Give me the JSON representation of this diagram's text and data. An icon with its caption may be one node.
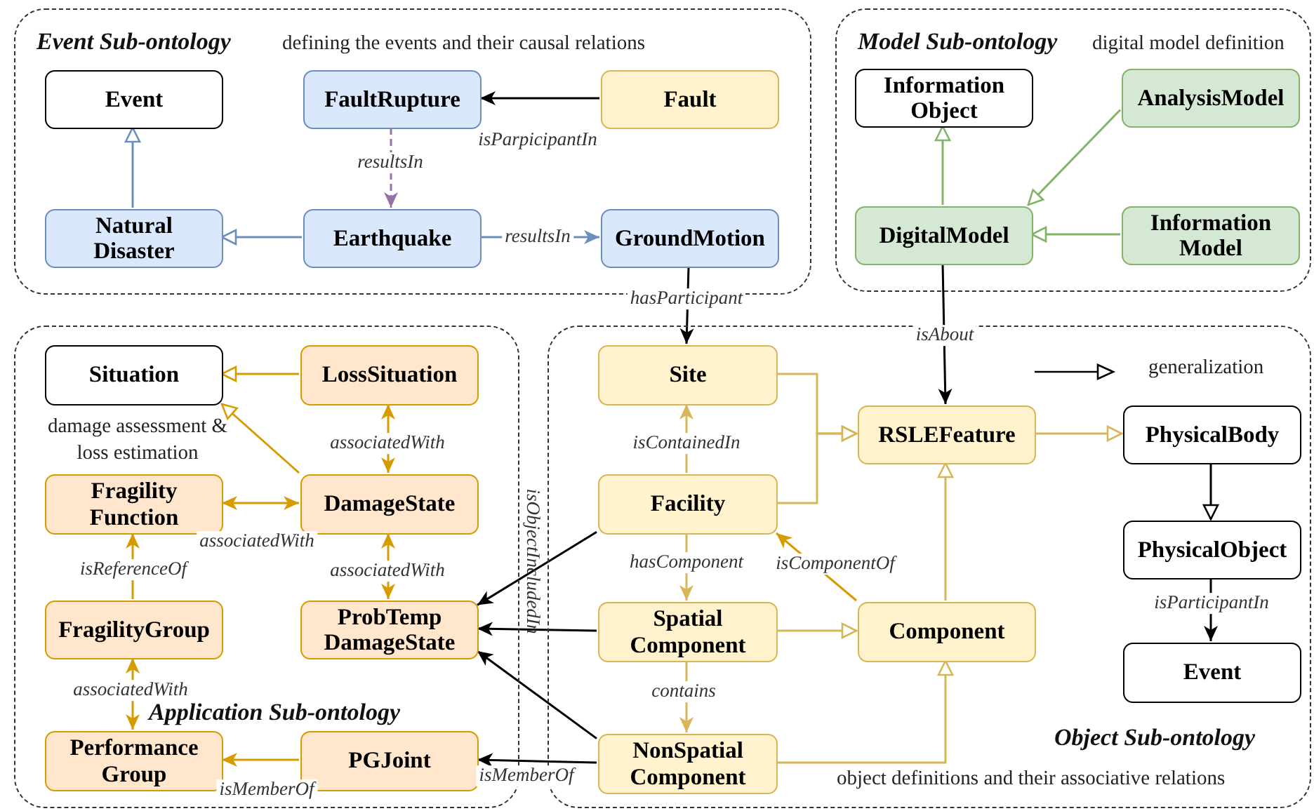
{
  "diagram": {
    "nodes": [
      {
        "text": [
          "Event Sub-ontology",
          "defining the events and their causal relations"
        ]
      },
      {
        "text": [
          "Event"
        ],
        "in": 0
      },
      {
        "text": [
          "FaultRupture"
        ],
        "in": 0
      },
      {
        "text": [
          "Fault"
        ],
        "in": 0
      },
      {
        "text": [
          "Natural Disaster"
        ],
        "in": 0
      },
      {
        "text": [
          "Earthquake"
        ],
        "in": 0
      },
      {
        "text": [
          "GroundMotion"
        ],
        "in": 0
      },
      {
        "text": [
          "Model Sub-ontology",
          "digital model definition"
        ]
      },
      {
        "text": [
          "Information Object"
        ],
        "in": 7
      },
      {
        "text": [
          "AnalysisModel"
        ],
        "in": 7
      },
      {
        "text": [
          "DigitalModel"
        ],
        "in": 7
      },
      {
        "text": [
          "Information Model"
        ],
        "in": 7
      },
      {
        "text": [
          "damage assessment & loss estimation",
          "Application Sub-ontology"
        ]
      },
      {
        "text": [
          "Situation"
        ],
        "in": 12
      },
      {
        "text": [
          "LossSituation"
        ],
        "in": 12
      },
      {
        "text": [
          "Fragility Function"
        ],
        "in": 12
      },
      {
        "text": [
          "DamageState"
        ],
        "in": 12
      },
      {
        "text": [
          "FragilityGroup"
        ],
        "in": 12
      },
      {
        "text": [
          "ProbTemp DamageState"
        ],
        "in": 12
      },
      {
        "text": [
          "Performance Group"
        ],
        "in": 12
      },
      {
        "text": [
          "PGJoint"
        ],
        "in": 12
      },
      {
        "text": [
          "Object Sub-ontology",
          "object definitions and their associative relations"
        ]
      },
      {
        "text": [
          "Site"
        ],
        "in": 21
      },
      {
        "text": [
          "RSLEFeature"
        ],
        "in": 21
      },
      {
        "text": [
          "PhysicalBody"
        ],
        "in": 21
      },
      {
        "text": [
          "Facility"
        ],
        "in": 21
      },
      {
        "text": [
          "PhysicalObject"
        ],
        "in": 21
      },
      {
        "text": [
          "Spatial Component"
        ],
        "in": 21
      },
      {
        "text": [
          "Component"
        ],
        "in": 21
      },
      {
        "text": [
          "Event"
        ],
        "in": 21
      },
      {
        "text": [
          "NonSpatial Component"
        ],
        "in": 21
      }
    ],
    "edges": [
      {
        "from": 3,
        "to": 2,
        "arrow": "to",
        "label": "isParpicipantIn"
      },
      {
        "from": 2,
        "to": 5,
        "arrow": "to",
        "label": "resultsIn",
        "style": "dashed",
        "color": "#9673a6"
      },
      {
        "from": 5,
        "to": 6,
        "arrow": "to",
        "label": "resultsIn",
        "color": "#6c8ebf"
      },
      {
        "from": 5,
        "to": 4,
        "arrow": "to",
        "color": "#6c8ebf"
      },
      {
        "from": 4,
        "to": 1,
        "arrow": "to",
        "color": "#6c8ebf"
      },
      {
        "from": 6,
        "to": 22,
        "arrow": "to",
        "label": "hasParticipant"
      },
      {
        "from": 10,
        "to": 8,
        "arrow": "to",
        "color": "#82b366"
      },
      {
        "from": 9,
        "to": 10,
        "arrow": "to",
        "color": "#82b366"
      },
      {
        "from": 11,
        "to": 10,
        "arrow": "to",
        "color": "#82b366"
      },
      {
        "from": 10,
        "to": 23,
        "arrow": "to",
        "label": "isAbout"
      },
      {
        "from": 14,
        "to": 13,
        "arrow": "to",
        "color": "#d79b00"
      },
      {
        "from": 16,
        "to": 13,
        "arrow": "to",
        "color": "#d79b00"
      },
      {
        "from": 14,
        "to": 16,
        "arrow": "both",
        "label": "associatedWith",
        "color": "#d79b00"
      },
      {
        "from": 15,
        "to": 16,
        "arrow": "both",
        "label": "associatedWith",
        "color": "#d79b00"
      },
      {
        "from": 16,
        "to": 18,
        "arrow": "both",
        "label": "associatedWith",
        "color": "#d79b00"
      },
      {
        "from": 17,
        "to": 15,
        "arrow": "to",
        "label": "isReferenceOf",
        "color": "#d79b00"
      },
      {
        "from": 17,
        "to": 19,
        "arrow": "both",
        "label": "associatedWith",
        "color": "#d79b00"
      },
      {
        "from": 20,
        "to": 19,
        "arrow": "to",
        "label": "isMemberOf",
        "color": "#d79b00"
      },
      {
        "from": 30,
        "to": 20,
        "arrow": "to",
        "label": "isMemberOf"
      },
      {
        "from": 25,
        "to": 18,
        "arrow": "to"
      },
      {
        "from": 27,
        "to": 18,
        "arrow": "to",
        "label": "isObjectIncludedIn"
      },
      {
        "from": 30,
        "to": 18,
        "arrow": "to"
      },
      {
        "from": 22,
        "to": 23,
        "arrow": "to",
        "color": "#d6b656"
      },
      {
        "from": 25,
        "to": 23,
        "arrow": "to",
        "color": "#d6b656"
      },
      {
        "from": 25,
        "to": 22,
        "arrow": "to",
        "label": "isContainedIn",
        "color": "#d6b656"
      },
      {
        "from": 25,
        "to": 27,
        "arrow": "to",
        "label": "hasComponent",
        "color": "#d6b656"
      },
      {
        "from": 28,
        "to": 25,
        "arrow": "to",
        "label": "isComponentOf",
        "color": "#d79b00"
      },
      {
        "from": 27,
        "to": 28,
        "arrow": "to",
        "color": "#d6b656"
      },
      {
        "from": 27,
        "to": 30,
        "arrow": "to",
        "label": "contains",
        "color": "#d6b656"
      },
      {
        "from": 30,
        "to": 28,
        "arrow": "to",
        "color": "#d6b656"
      },
      {
        "from": 28,
        "to": 23,
        "arrow": "to",
        "color": "#d6b656"
      },
      {
        "from": 23,
        "to": 24,
        "arrow": "to",
        "color": "#d6b656"
      },
      {
        "from": 24,
        "to": 26,
        "arrow": "to"
      },
      {
        "from": 26,
        "to": 29,
        "arrow": "to",
        "label": "isParticipantIn"
      }
    ],
    "legend": [
      {
        "text": "generalization"
      }
    ]
  }
}
